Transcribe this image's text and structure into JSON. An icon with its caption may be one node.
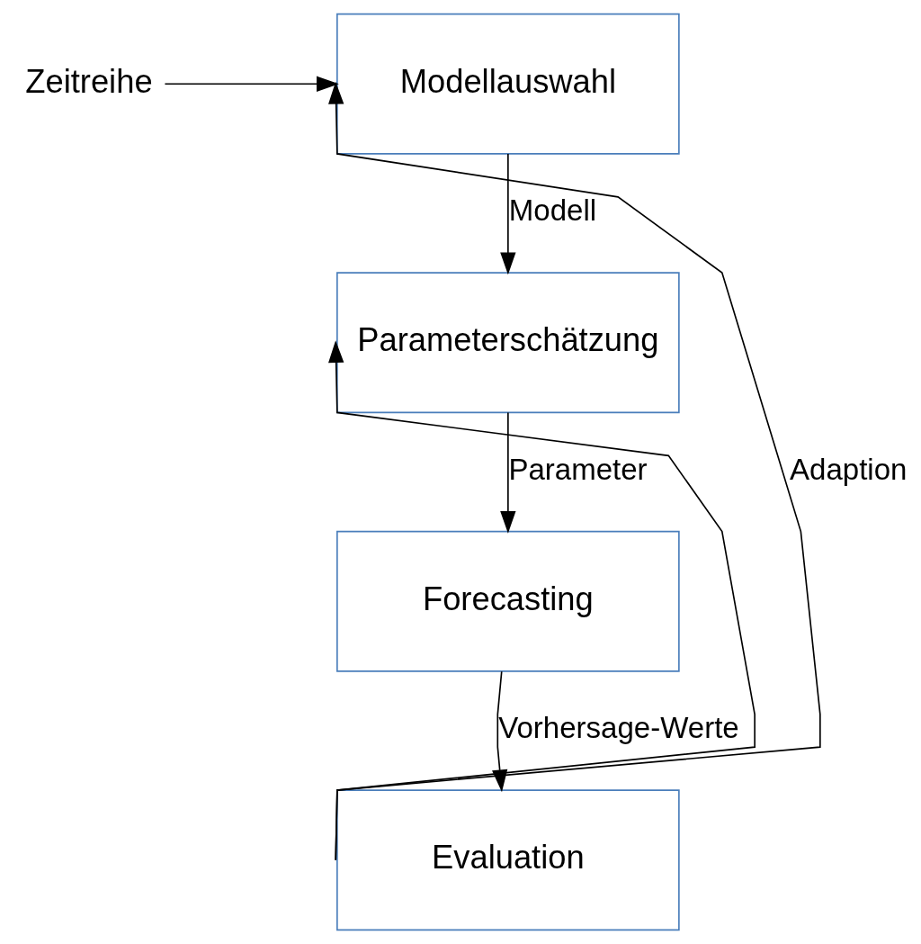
{
  "diagram": {
    "nodes": [
      {
        "text": [
          "Zeitreihe"
        ]
      },
      {
        "text": [
          "Modellauswahl"
        ]
      },
      {
        "text": [
          "Parameterschätzung"
        ]
      },
      {
        "text": [
          "Forecasting"
        ]
      },
      {
        "text": [
          "Evaluation"
        ]
      }
    ],
    "edges": [
      {
        "from": 0,
        "to": 1,
        "arrow": "to"
      },
      {
        "from": 1,
        "to": 2,
        "arrow": "to",
        "label": "Modell"
      },
      {
        "from": 2,
        "to": 3,
        "arrow": "to",
        "label": "Parameter"
      },
      {
        "from": 3,
        "to": 4,
        "arrow": "to",
        "label": "Vorhersage-Werte"
      },
      {
        "from": 4,
        "to": 1,
        "arrow": "to",
        "label": "Adaption"
      },
      {
        "from": 4,
        "to": 2,
        "arrow": "to"
      }
    ]
  }
}
